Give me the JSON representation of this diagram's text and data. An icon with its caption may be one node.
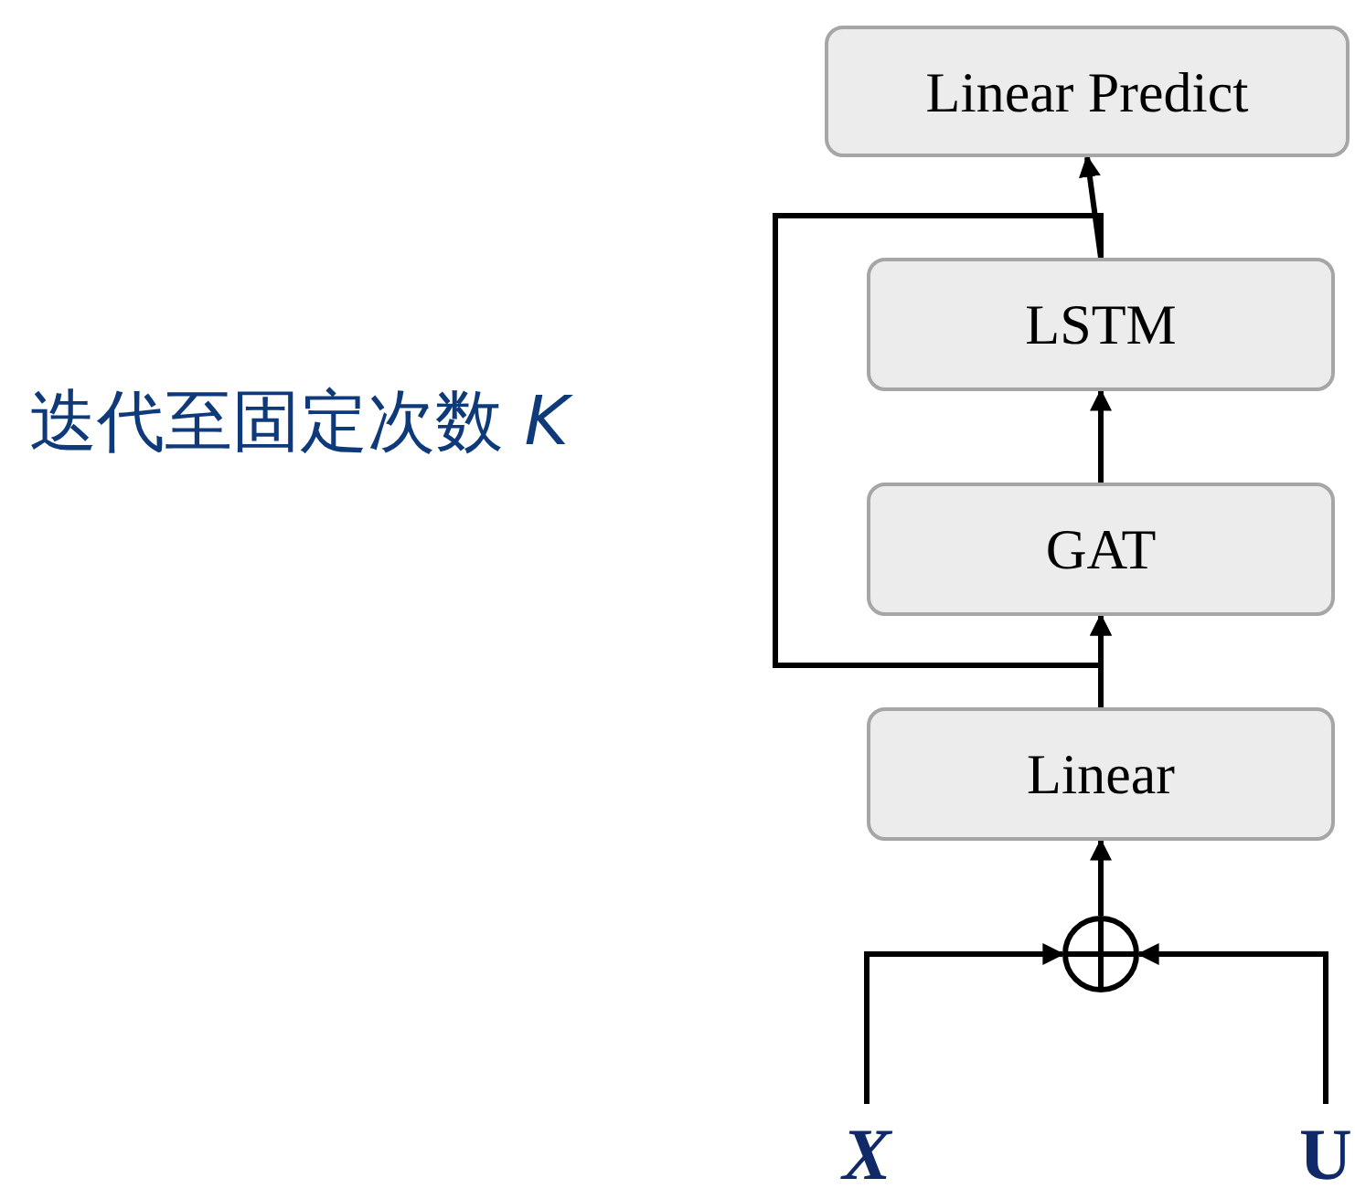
{
  "diagram": {
    "nodes": [
      {
        "text": [
          "Linear Predict"
        ]
      },
      {
        "text": [
          "LSTM"
        ]
      },
      {
        "text": [
          "GAT"
        ]
      },
      {
        "text": [
          "Linear"
        ]
      },
      {
        "text": [],
        "shape": "circle"
      },
      {
        "text": [
          "X"
        ]
      },
      {
        "text": [
          "U"
        ]
      }
    ],
    "edges": [
      {
        "from": 1,
        "to": 0,
        "arrow": "to"
      },
      {
        "from": 2,
        "to": 1,
        "arrow": "to"
      },
      {
        "from": 3,
        "to": 2,
        "arrow": "to"
      },
      {
        "from": 4,
        "to": 3,
        "arrow": "to"
      },
      {
        "from": 5,
        "to": 4,
        "arrow": "to"
      },
      {
        "from": 6,
        "to": 4,
        "arrow": "to"
      },
      {
        "from": 1,
        "to": 2,
        "arrow": "to"
      }
    ],
    "labels": [
      "迭代至固定次数 *K*"
    ]
  }
}
